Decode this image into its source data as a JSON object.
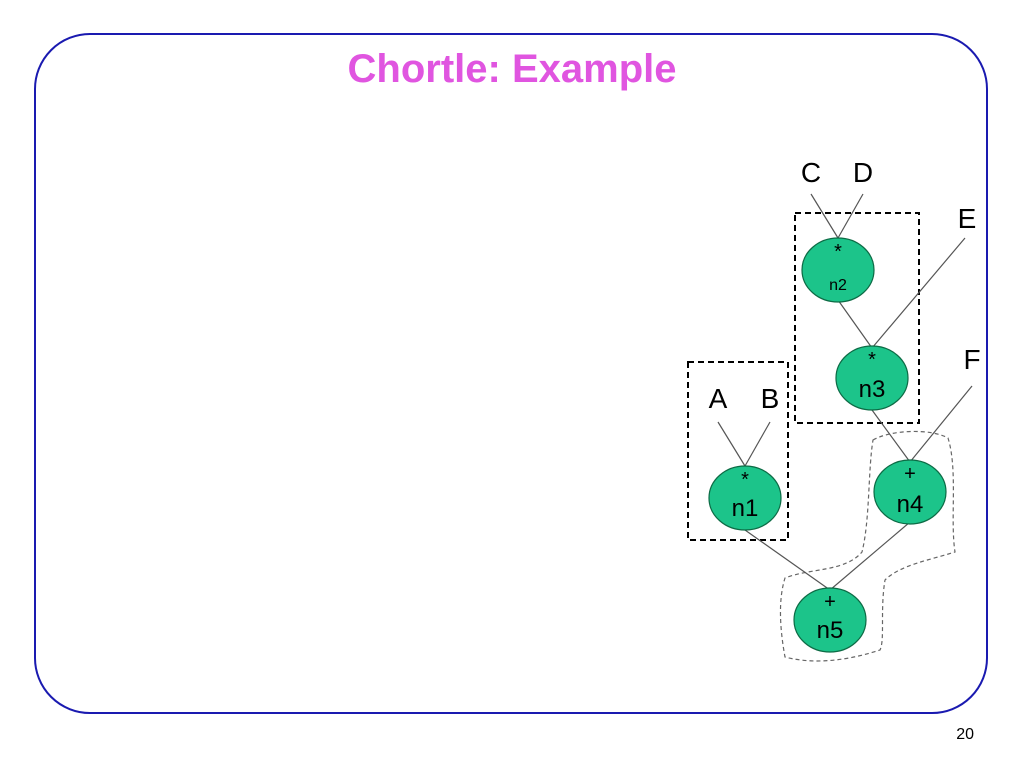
{
  "slide": {
    "title": "Chortle: Example",
    "page_number": "20"
  },
  "diagram": {
    "inputs": [
      {
        "id": "C",
        "label": "C"
      },
      {
        "id": "D",
        "label": "D"
      },
      {
        "id": "E",
        "label": "E"
      },
      {
        "id": "F",
        "label": "F"
      },
      {
        "id": "A",
        "label": "A"
      },
      {
        "id": "B",
        "label": "B"
      }
    ],
    "nodes": [
      {
        "id": "n2",
        "op": "*",
        "label": "n2"
      },
      {
        "id": "n3",
        "op": "*",
        "label": "n3"
      },
      {
        "id": "n1",
        "op": "*",
        "label": "n1"
      },
      {
        "id": "n4",
        "op": "+",
        "label": "n4"
      },
      {
        "id": "n5",
        "op": "+",
        "label": "n5"
      }
    ],
    "edges": [
      [
        "C",
        "n2"
      ],
      [
        "D",
        "n2"
      ],
      [
        "n2",
        "n3"
      ],
      [
        "E",
        "n3"
      ],
      [
        "n3",
        "n4"
      ],
      [
        "F",
        "n4"
      ],
      [
        "A",
        "n1"
      ],
      [
        "B",
        "n1"
      ],
      [
        "n1",
        "n5"
      ],
      [
        "n4",
        "n5"
      ]
    ],
    "groups": [
      {
        "id": "group-n2-n3",
        "style": "dashed-box",
        "members": [
          "n2",
          "n3"
        ]
      },
      {
        "id": "group-n1",
        "style": "dashed-box",
        "members": [
          "n1"
        ]
      },
      {
        "id": "group-n4-n5",
        "style": "dashed-freeform",
        "members": [
          "n4",
          "n5"
        ]
      }
    ]
  }
}
